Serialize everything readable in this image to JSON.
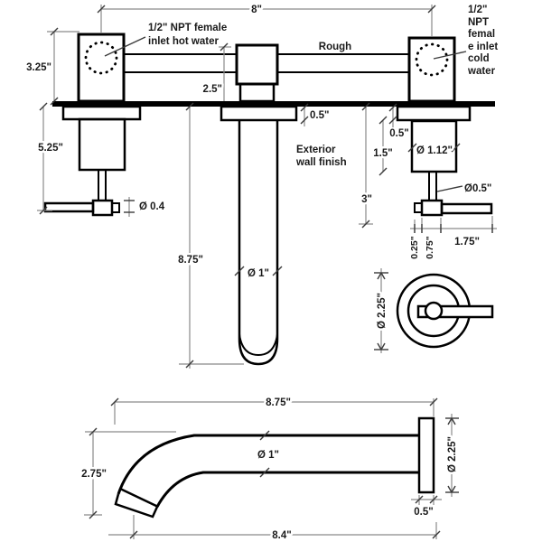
{
  "front": {
    "dim_spread": "8\"",
    "hot_inlet": [
      "1/2\" NPT female",
      "inlet hot water"
    ],
    "cold_inlet": [
      "1/2\"",
      "NPT",
      "femal",
      "e inlet",
      "cold",
      "water"
    ],
    "rough": "Rough",
    "dim_valve_height": "3.25\"",
    "dim_valve_drop": "5.25\"",
    "dim_rough_depth": "2.5\"",
    "dim_wall_flange": "0.5\"",
    "wall_note": [
      "Exterior",
      "wall finish"
    ],
    "dim_lever_dia": "Ø 0.4",
    "dim_spout_length": "8.75\"",
    "dim_spout_dia": "Ø 1\"",
    "dim_flange_thickness": "0.5\"",
    "dim_body_length": "1.5\"",
    "dim_handle_offset": "3\"",
    "dim_body_dia": "Ø 1.12\"",
    "dim_stem_dia": "Ø0.5\"",
    "dim_nib": "0.25\"",
    "dim_hub": "0.75\"",
    "dim_lever_len": "1.75\""
  },
  "top": {
    "dim_escutcheon_dia": "Ø 2.25\""
  },
  "side": {
    "dim_reach": "8.75\"",
    "dim_tube_dia": "Ø 1\"",
    "dim_drop": "2.75\"",
    "dim_flange_dia": "Ø 2.25\"",
    "dim_flange_thickness": "0.5\"",
    "dim_overall_reach": "8.4\""
  }
}
